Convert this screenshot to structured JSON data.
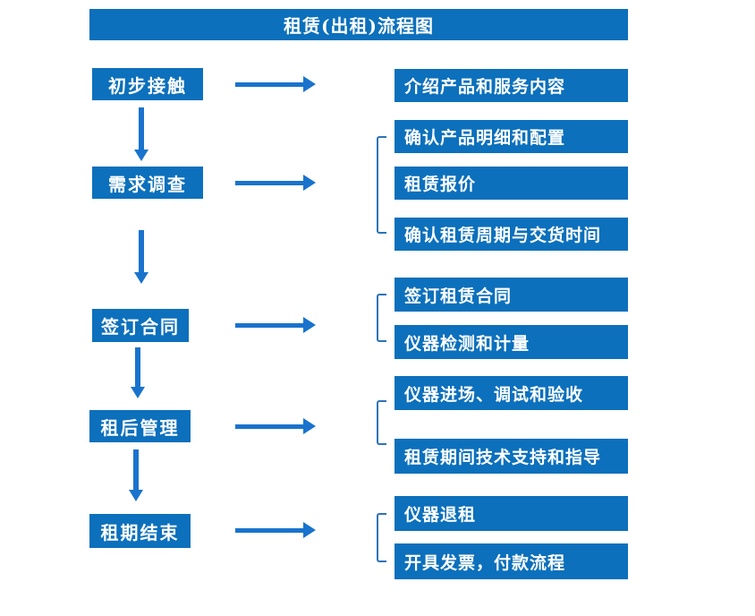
{
  "title": "租赁(出租)流程图",
  "colors": {
    "box_fill": "#0c70bc",
    "arrow": "#1973cd",
    "bracket": "#2e74b5",
    "text": "#ffffff",
    "background": "#ffffff"
  },
  "stages": [
    {
      "label": "初步接触",
      "children": [
        "介绍产品和服务内容"
      ]
    },
    {
      "label": "需求调查",
      "children": [
        "确认产品明细和配置",
        "租赁报价",
        "确认租赁周期与交货时间"
      ]
    },
    {
      "label": "签订合同",
      "children": [
        "签订租赁合同",
        "仪器检测和计量"
      ]
    },
    {
      "label": "租后管理",
      "children": [
        "仪器进场、调试和验收",
        "租赁期间技术支持和指导"
      ]
    },
    {
      "label": "租期结束",
      "children": [
        "仪器退租",
        "开具发票，付款流程"
      ]
    }
  ]
}
